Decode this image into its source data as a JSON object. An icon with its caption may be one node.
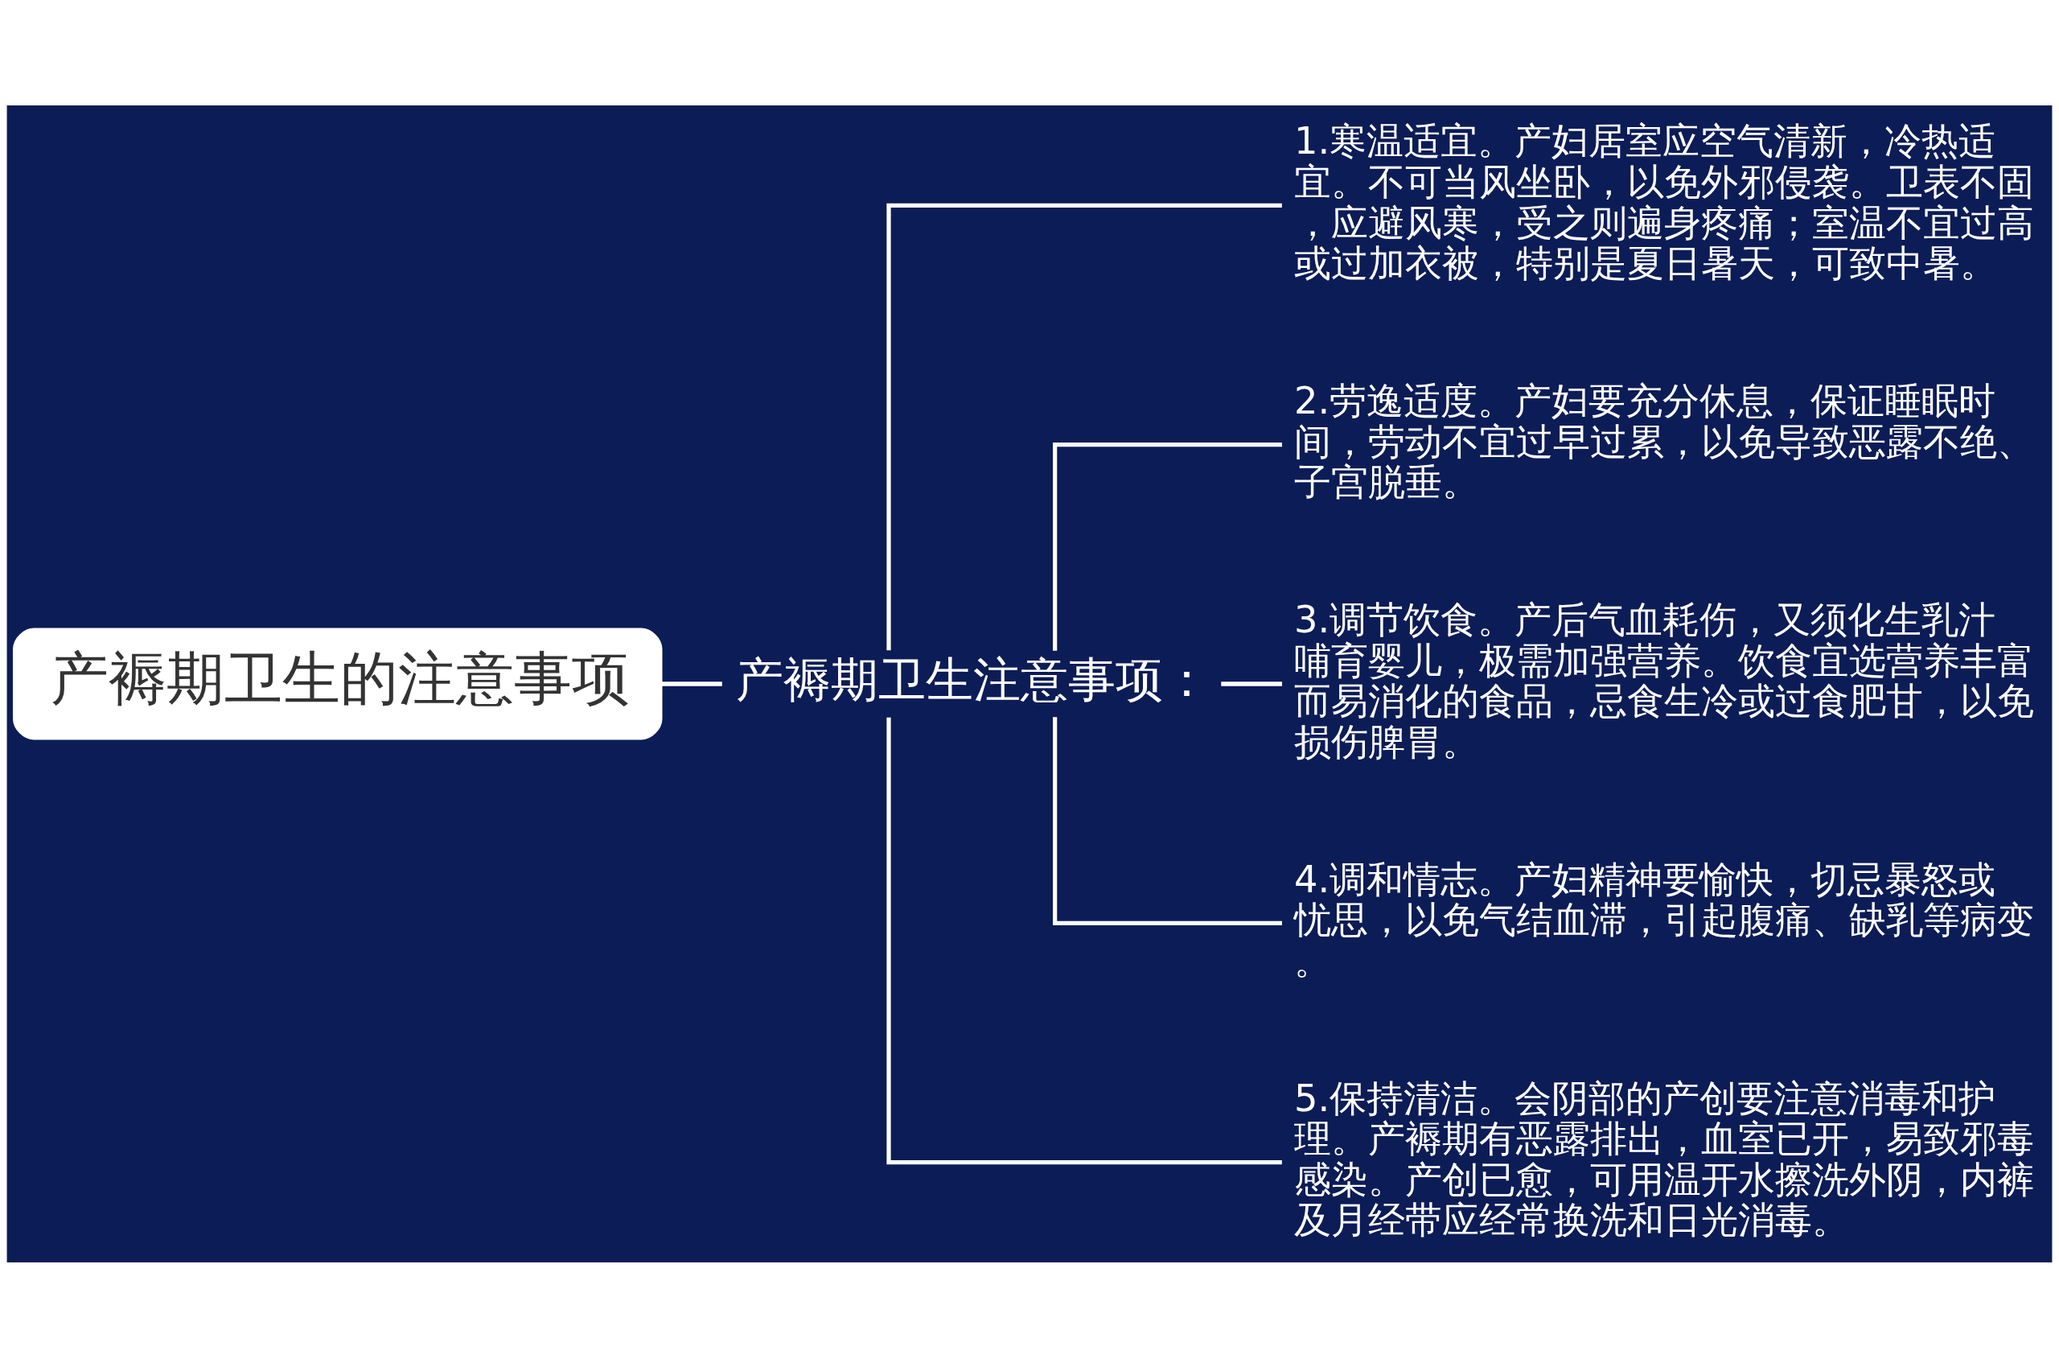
{
  "diagram": {
    "nodes": [
      {
        "text": [
          "产褥期卫生的注意事项"
        ]
      },
      {
        "text": [
          "产褥期卫生注意事项："
        ]
      },
      {
        "text": [
          "1.寒温适宜。产妇居室应空气清新，冷热适宜。不可当风坐卧，以免外邪侵袭。卫表不固，应避风寒，受之则遍身疼痛；室温不宜过高或过加衣被，特别是夏日暑天，可致中暑。"
        ]
      },
      {
        "text": [
          "2.劳逸适度。产妇要充分休息，保证睡眠时间，劳动不宜过早过累，以免导致恶露不绝、子宫脱垂。"
        ]
      },
      {
        "text": [
          "3.调节饮食。产后气血耗伤，又须化生乳汁哺育婴儿，极需加强营养。饮食宜选营养丰富而易消化的食品，忌食生冷或过食肥甘，以免损伤脾胃。"
        ]
      },
      {
        "text": [
          "4.调和情志。产妇精神要愉快，切忌暴怒或忧思，以免气结血滞，引起腹痛、缺乳等病变。"
        ]
      },
      {
        "text": [
          "5.保持清洁。会阴部的产创要注意消毒和护理。产褥期有恶露排出，血室已开，易致邪毒感染。产创已愈，可用温开水擦洗外阴，内裤及月经带应经常换洗和日光消毒。"
        ]
      }
    ],
    "edges": [
      {
        "from": 0,
        "to": 1,
        "arrow": "none"
      },
      {
        "from": 1,
        "to": 2,
        "arrow": "none"
      },
      {
        "from": 1,
        "to": 3,
        "arrow": "none"
      },
      {
        "from": 1,
        "to": 4,
        "arrow": "none"
      },
      {
        "from": 1,
        "to": 5,
        "arrow": "none"
      },
      {
        "from": 1,
        "to": 6,
        "arrow": "none"
      }
    ]
  }
}
